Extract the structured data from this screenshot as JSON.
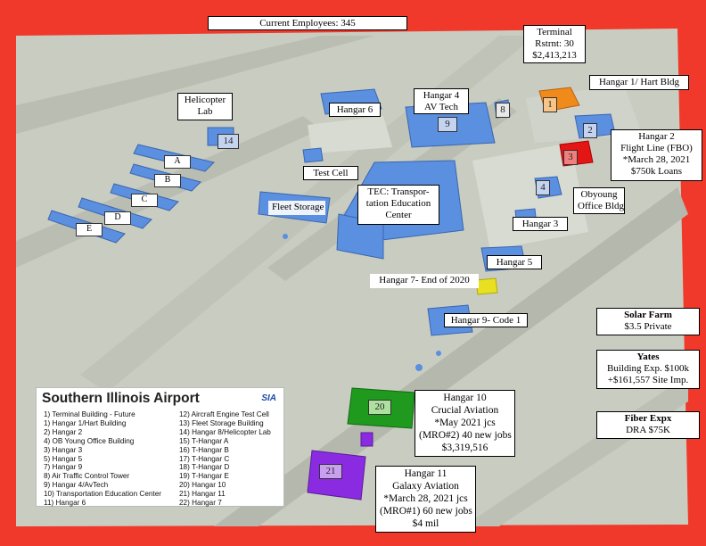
{
  "header": {
    "employees": "Current Employees: 345"
  },
  "callouts": {
    "terminal": [
      "Terminal",
      "Rstrnt: 30",
      "$2,413,213"
    ],
    "hangar1": [
      "Hangar 1/ Hart Bldg"
    ],
    "hangar2": [
      "Hangar 2",
      "Flight Line (FBO)",
      "*March 28, 2021",
      "$750k Loans"
    ],
    "obyoung": [
      "Obyoung",
      "Office Bldg"
    ],
    "hangar4": [
      "Hangar 4",
      "AV Tech"
    ],
    "hangar6": [
      "Hangar 6"
    ],
    "helicopter": [
      "Helicopter",
      "Lab"
    ],
    "testcell": [
      "Test Cell"
    ],
    "tec": [
      "TEC: Transpor-",
      "tation Education",
      "Center"
    ],
    "fleet": [
      "Fleet Storage"
    ],
    "hangar3": [
      "Hangar 3"
    ],
    "hangar5": [
      "Hangar 5"
    ],
    "hangar7": [
      "Hangar 7- End of 2020"
    ],
    "hangar9": [
      "Hangar 9- Code 1"
    ],
    "hangar10": [
      "Hangar 10",
      "Crucial Aviation",
      "*May 2021 jcs",
      "(MRO#2) 40 new jobs",
      "$3,319,516"
    ],
    "hangar11": [
      "Hangar 11",
      "Galaxy Aviation",
      "*March 28, 2021 jcs",
      "(MRO#1) 60 new jobs",
      "$4 mil"
    ],
    "solar": {
      "title": "Solar Farm",
      "lines": [
        "$3.5 Private"
      ]
    },
    "yates": {
      "title": "Yates",
      "lines": [
        "Building Exp. $100k",
        "+$161,557 Site Imp."
      ]
    },
    "fiber": {
      "title": "Fiber Expx",
      "lines": [
        "DRA $75K"
      ]
    }
  },
  "tags": {
    "t_a": "A",
    "t_b": "B",
    "t_c": "C",
    "t_d": "D",
    "t_e": "E",
    "n1": "1",
    "n2": "2",
    "n3": "3",
    "n4": "4",
    "n8": "8",
    "n9": "9",
    "n14": "14",
    "n20": "20",
    "n21": "21"
  },
  "legend": {
    "title": "Southern Illinois Airport",
    "logo": "SIA",
    "left": [
      "1)  Terminal Building - Future",
      "1)  Hangar 1/Hart Building",
      "2)  Hangar 2",
      "4)  OB Young Office Building",
      "3)  Hangar 3",
      "5)  Hangar 5",
      "7)  Hangar 9",
      "8)  Air Traffic Control Tower",
      "9)  Hangar 4/AvTech",
      "10)  Transportation Education Center",
      "11)  Hangar 6"
    ],
    "right": [
      "12)  Aircraft Engine Test Cell",
      "13)  Fleet Storage Building",
      "14)  Hangar 8/Helicopter Lab",
      "15)  T-Hangar A",
      "16)  T-Hangar B",
      "17)  T-Hangar C",
      "18)  T-Hangar D",
      "19)  T-Hangar E",
      "20)  Hangar 10",
      "21)  Hangar 11",
      "22)  Hangar 7"
    ]
  },
  "colors": {
    "background": "#f0392a",
    "ground": "#c9cdc1",
    "pavement": "#b4b8ad",
    "building": "#5b8fe0",
    "hangar10": "#1f9a1f",
    "hangar11": "#8a2be2",
    "hangar7": "#e8e020",
    "hangar2": "#e41515",
    "terminal": "#f08a1a"
  }
}
